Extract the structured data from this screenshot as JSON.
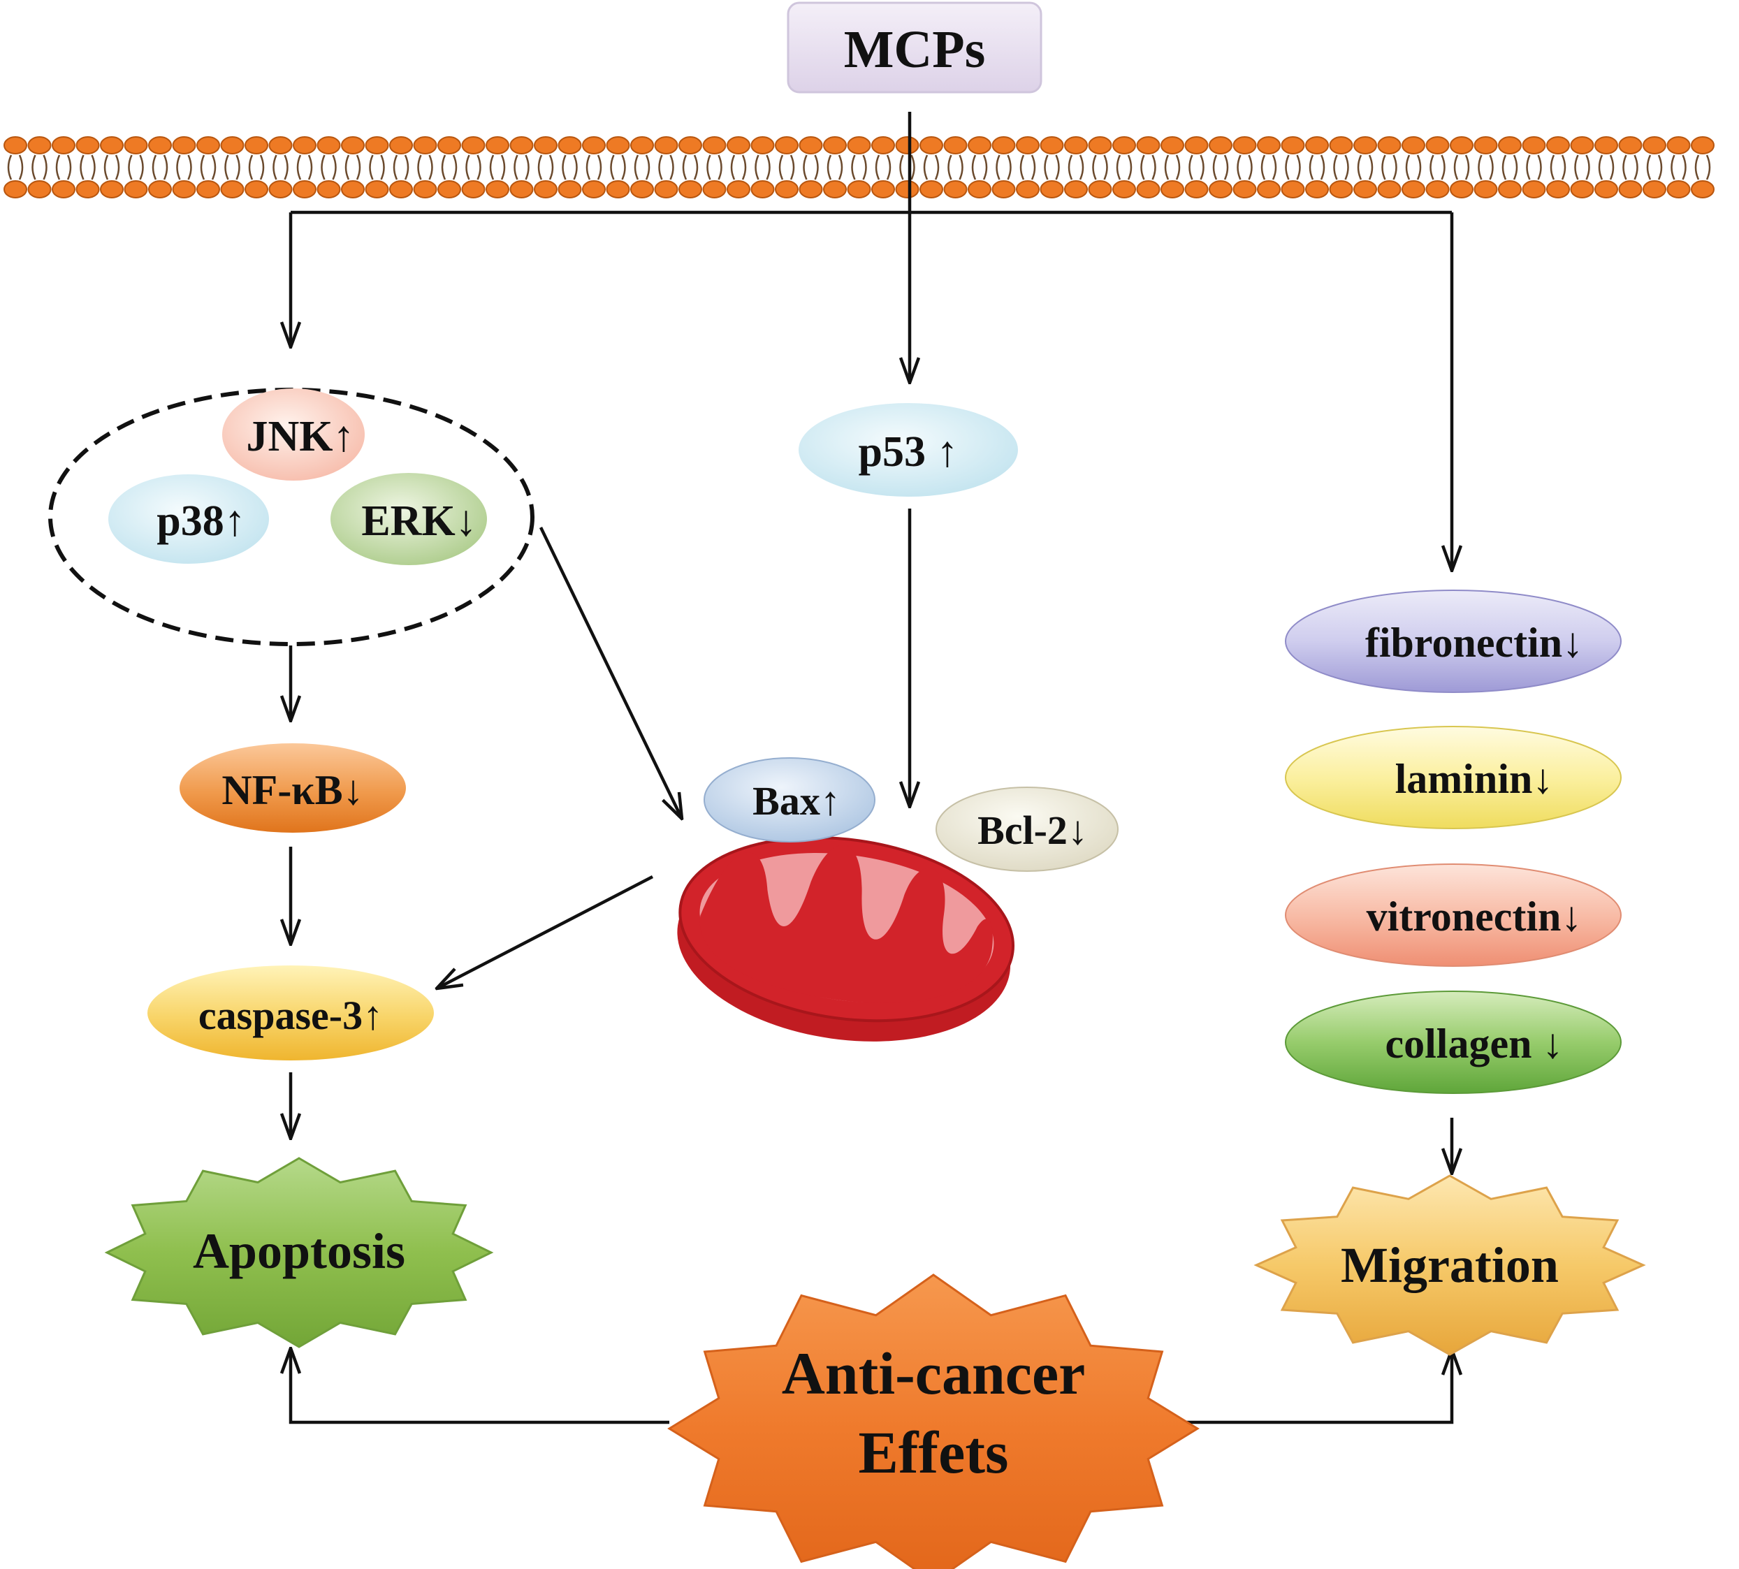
{
  "source": {
    "label": "MCPs"
  },
  "mapk": {
    "jnk": "JNK↑",
    "p38": "p38↑",
    "erk": "ERK↓"
  },
  "pathway": {
    "p53": "p53 ↑",
    "nfkb": "NF-κB↓",
    "caspase3": "caspase-3↑",
    "bax": "Bax↑",
    "bcl2": "Bcl-2↓"
  },
  "ecm": {
    "fibronectin": "fibronectin↓",
    "laminin": "laminin↓",
    "vitronectin": "vitronectin↓",
    "collagen": "collagen ↓"
  },
  "outcomes": {
    "apoptosis": "Apoptosis",
    "migration": "Migration",
    "effect_line1": "Anti-cancer",
    "effect_line2": "Effets"
  },
  "colors": {
    "membrane": "#ee7a24",
    "mitochondrion": "#d2232a",
    "apoptosis_star": "#8fbf4e",
    "migration_star": "#f4c66a",
    "effect_star": "#ef7a2c"
  }
}
